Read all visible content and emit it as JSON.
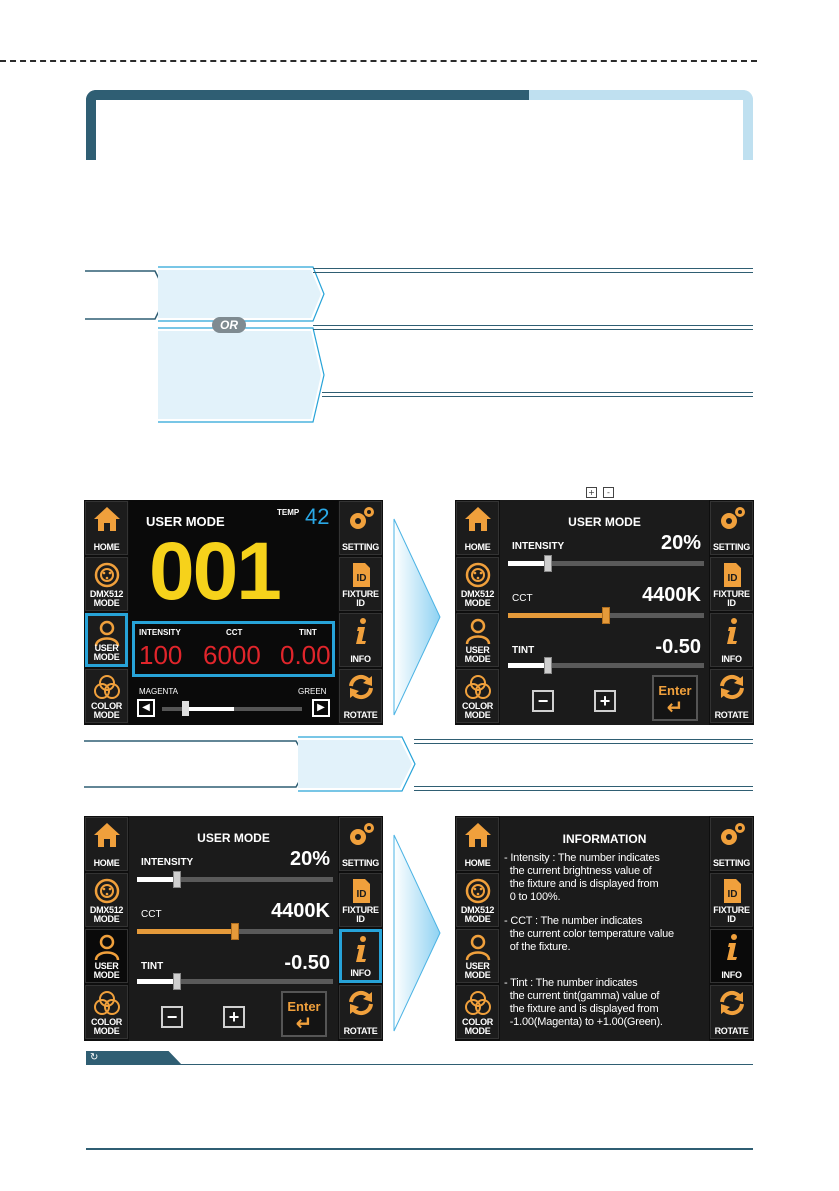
{
  "nav": {
    "home": "HOME",
    "dmx1": "DMX512",
    "dmx2": "MODE",
    "user1": "USER",
    "user2": "MODE",
    "color1": "COLOR",
    "color2": "MODE",
    "setting": "SETTING",
    "fixture1": "FIXTURE",
    "fixture2": "ID",
    "info": "INFO",
    "rotate": "ROTATE"
  },
  "or_label": "OR",
  "tiny_buttons": [
    "+",
    "-"
  ],
  "screen1": {
    "title": "USER MODE",
    "temp_label": "TEMP",
    "temp_value": "42",
    "big_number": "001",
    "labels": [
      "INTENSITY",
      "CCT",
      "TINT"
    ],
    "values": [
      "100",
      "6000",
      "0.00"
    ],
    "magenta": "MAGENTA",
    "green": "GREEN",
    "left_arrow": "◀",
    "right_arrow": "▶"
  },
  "usermode": {
    "title": "USER MODE",
    "intensity_label": "INTENSITY",
    "intensity_value": "20%",
    "cct_label": "CCT",
    "cct_value": "4400K",
    "tint_label": "TINT",
    "tint_value": "-0.50",
    "minus": "−",
    "plus": "+",
    "enter": "Enter",
    "enter_arrow": "↵",
    "levels": {
      "intensity": 0.2,
      "cct": 0.5,
      "tint": 0.2
    }
  },
  "information": {
    "title": "INFORMATION",
    "lines": [
      "- Intensity : The number indicates",
      "  the current brightness value of",
      "  the fixture and is displayed from",
      "  0 to 100%.",
      "",
      "- CCT : The number indicates",
      "  the current color temperature value",
      "  of the fixture.",
      "",
      "- Tint : The number indicates",
      "  the current tint(gamma) value of",
      "  the fixture and is displayed from",
      "  -1.00(Magenta) to +1.00(Green)."
    ]
  },
  "note_icon": "↻",
  "colors": {
    "accent_dark": "#2f5e73",
    "accent_light": "#bfe0f0",
    "highlight": "#27a3d8",
    "big_number": "#f6d21b",
    "red_values": "#e0252b",
    "temp_blue": "#2aa8e6",
    "cct_orange": "#e59a3a"
  }
}
